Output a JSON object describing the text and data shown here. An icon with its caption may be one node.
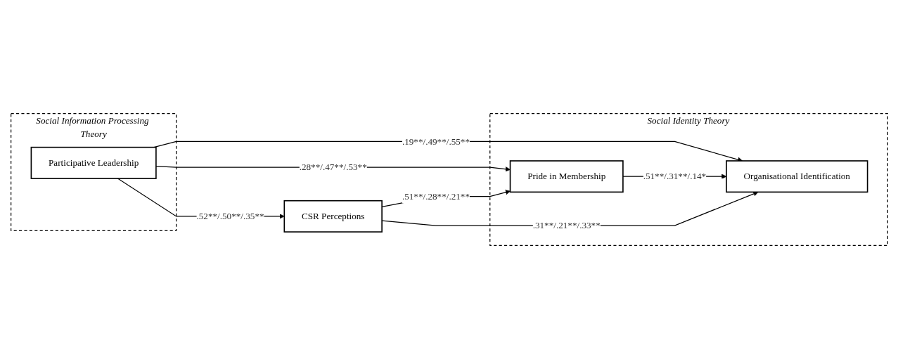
{
  "diagram": {
    "nodes": [
      {
        "text": [
          "Social Information Processing Theory"
        ]
      },
      {
        "text": [
          "Participative Leadership"
        ],
        "in": 0
      },
      {
        "text": [
          "CSR Perceptions"
        ]
      },
      {
        "text": [
          "Social Identity Theory"
        ]
      },
      {
        "text": [
          "Pride in Membership"
        ],
        "in": 3
      },
      {
        "text": [
          "Organisational Identification"
        ],
        "in": 3
      }
    ],
    "edges": [
      {
        "from": 1,
        "to": 5,
        "arrow": "to",
        "label": ".19**/.49**/.55**"
      },
      {
        "from": 1,
        "to": 4,
        "arrow": "to",
        "label": ".28**/.47**/.53**"
      },
      {
        "from": 1,
        "to": 2,
        "arrow": "to",
        "label": ".52**/.50**/.35**"
      },
      {
        "from": 2,
        "to": 4,
        "arrow": "to",
        "label": ".51**/.28**/.21**"
      },
      {
        "from": 4,
        "to": 5,
        "arrow": "to",
        "label": ".51**/.31**/.14*"
      },
      {
        "from": 2,
        "to": 5,
        "arrow": "to",
        "label": ".31**/.21**/.33**"
      }
    ]
  }
}
